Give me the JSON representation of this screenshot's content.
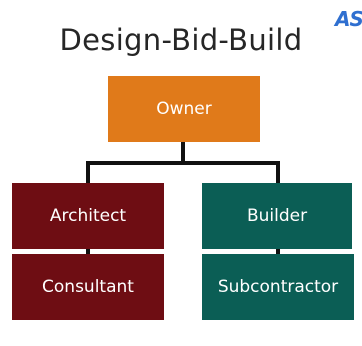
{
  "title": "Design-Bid-Build",
  "logo_text": "AS",
  "colors": {
    "owner": "#e07a1a",
    "architect": "#6e0d13",
    "builder": "#0b5e55",
    "connector": "#111111",
    "logo": "#2f6fd0"
  },
  "nodes": {
    "owner": "Owner",
    "architect": "Architect",
    "builder": "Builder",
    "consultant": "Consultant",
    "subcontractor": "Subcontractor"
  },
  "edges": [
    [
      "owner",
      "architect"
    ],
    [
      "owner",
      "builder"
    ],
    [
      "architect",
      "consultant"
    ],
    [
      "builder",
      "subcontractor"
    ]
  ]
}
